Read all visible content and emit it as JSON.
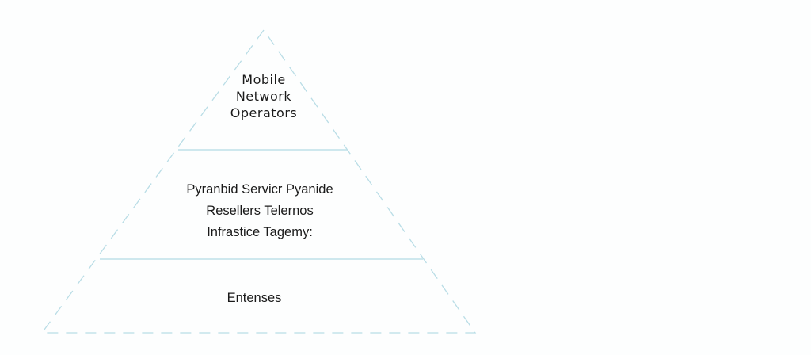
{
  "diagram": {
    "type": "pyramid",
    "outline_color": "#b9dde6",
    "divider_color": "#bfe0e8",
    "text_color": "#1a1a1a",
    "tiers": [
      {
        "level": "top",
        "lines": [
          "Mobile",
          "Network",
          "Operators"
        ]
      },
      {
        "level": "middle",
        "lines": [
          "Pyranbid Servicr Pyanide",
          "Resellers Telernos",
          "Infrastice Tagemy:"
        ]
      },
      {
        "level": "bottom",
        "lines": [
          "Entenses"
        ]
      }
    ]
  }
}
